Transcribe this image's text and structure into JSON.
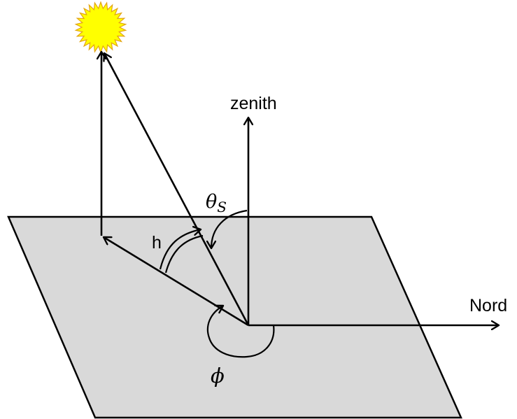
{
  "labels": {
    "zenith": "zenith",
    "north": "Nord",
    "elevation": "h",
    "zenith_angle_symbol": "θ",
    "zenith_angle_subscript": "S",
    "azimuth_angle": "ϕ"
  },
  "icons": {
    "sun": "sun-icon"
  },
  "colors": {
    "plane_fill": "#d9d9d9",
    "stroke": "#000000",
    "sun_fill": "#ffff00",
    "sun_stroke": "#e3a414"
  }
}
